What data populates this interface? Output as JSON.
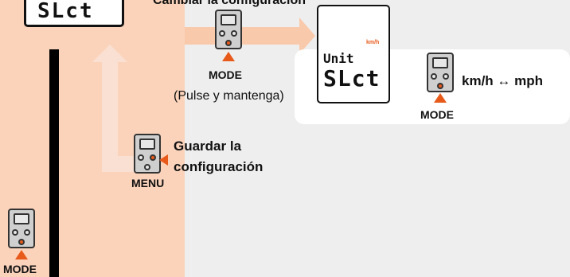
{
  "top_label": "Cambiar la configuración",
  "top_lcd": {
    "text": "SLct"
  },
  "mode_press": {
    "button": "MODE",
    "instruction": "(Pulse y mantenga)"
  },
  "unit_panel": {
    "lcd_unit": "km/h",
    "lcd_line1": "Unit",
    "lcd_line2": "SLct",
    "toggle_text": "km/h ↔ mph",
    "button": "MODE"
  },
  "save": {
    "line1": "Guardar la",
    "line2": "configuración",
    "button": "MENU"
  },
  "bottom_mode": {
    "button": "MODE"
  },
  "colors": {
    "accent": "#e85a1a",
    "peach": "#fbd3bb",
    "arrow": "#f9c9ab",
    "panel": "#ffffff"
  },
  "icons": [
    "device-icon",
    "button-press-arrow-icon"
  ]
}
